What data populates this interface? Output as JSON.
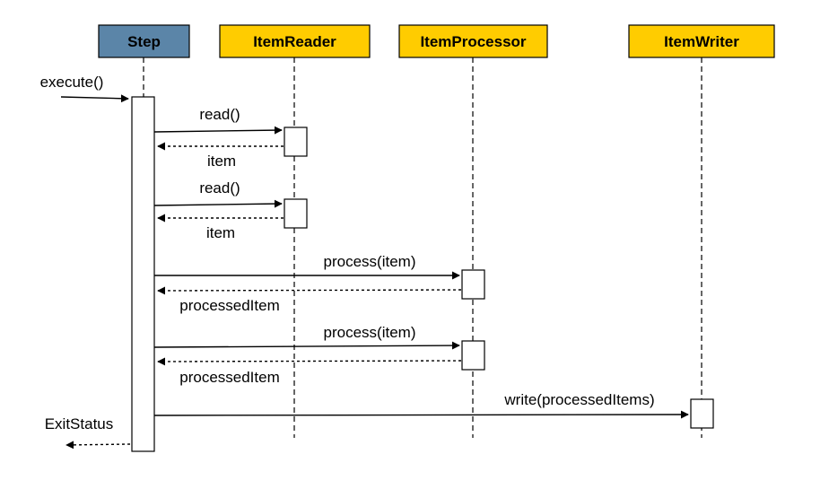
{
  "colors": {
    "step_fill": "#5b85a8",
    "participant_fill": "#ffcc00",
    "stroke": "#000000",
    "background": "#ffffff"
  },
  "participants": [
    {
      "id": "step",
      "label": "Step"
    },
    {
      "id": "itemreader",
      "label": "ItemReader"
    },
    {
      "id": "itemprocessor",
      "label": "ItemProcessor"
    },
    {
      "id": "itemwriter",
      "label": "ItemWriter"
    }
  ],
  "messages": [
    {
      "id": "execute",
      "label": "execute()",
      "kind": "call",
      "from": "external",
      "to": "step"
    },
    {
      "id": "read-1",
      "label": "read()",
      "kind": "call",
      "from": "step",
      "to": "itemreader"
    },
    {
      "id": "item-1",
      "label": "item",
      "kind": "return",
      "from": "itemreader",
      "to": "step"
    },
    {
      "id": "read-2",
      "label": "read()",
      "kind": "call",
      "from": "step",
      "to": "itemreader"
    },
    {
      "id": "item-2",
      "label": "item",
      "kind": "return",
      "from": "itemreader",
      "to": "step"
    },
    {
      "id": "process-1",
      "label": "process(item)",
      "kind": "call",
      "from": "step",
      "to": "itemprocessor"
    },
    {
      "id": "processed-1",
      "label": "processedItem",
      "kind": "return",
      "from": "itemprocessor",
      "to": "step"
    },
    {
      "id": "process-2",
      "label": "process(item)",
      "kind": "call",
      "from": "step",
      "to": "itemprocessor"
    },
    {
      "id": "processed-2",
      "label": "processedItem",
      "kind": "return",
      "from": "itemprocessor",
      "to": "step"
    },
    {
      "id": "write",
      "label": "write(processedItems)",
      "kind": "call",
      "from": "step",
      "to": "itemwriter"
    },
    {
      "id": "exitstatus",
      "label": "ExitStatus",
      "kind": "return",
      "from": "step",
      "to": "external"
    }
  ]
}
